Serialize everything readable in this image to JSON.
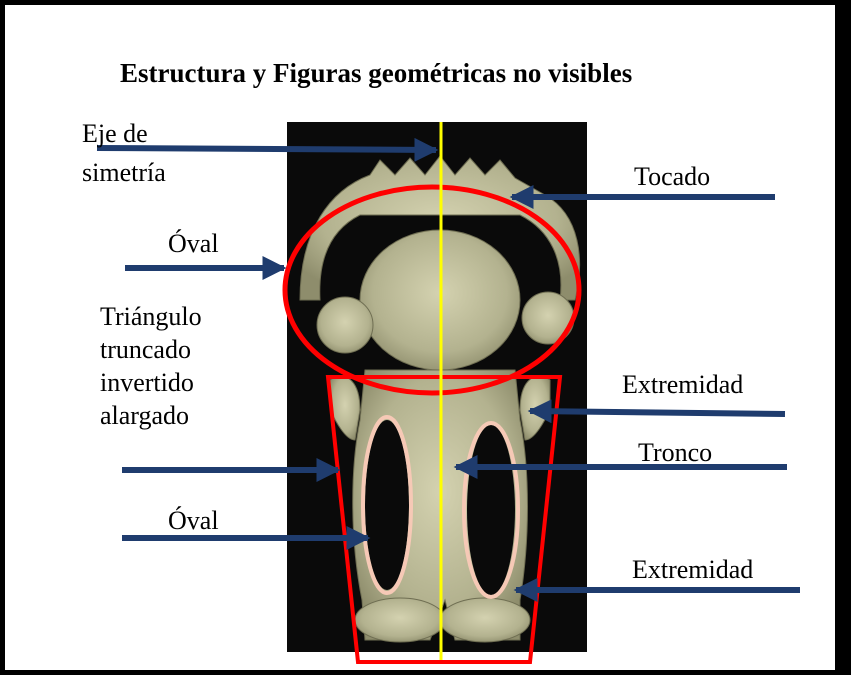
{
  "title": "Estructura y Figuras geométricas no visibles",
  "labels": {
    "eje": [
      "Eje de",
      "simetría"
    ],
    "tocado": "Tocado",
    "oval_top": "Óval",
    "triangulo": [
      "Triángulo",
      "truncado",
      "invertido",
      "alargado"
    ],
    "extremidad_top": "Extremidad",
    "tronco": "Tronco",
    "oval_bottom": "Óval",
    "extremidad_bottom": "Extremidad"
  },
  "colors": {
    "arrow": "#1f3c6e",
    "outline": "#ff0000",
    "symmetry_axis": "#ffff00",
    "inner_oval": "#f6c9b6",
    "background_photo": "#0a0a0a",
    "figure": "#b9b896"
  }
}
